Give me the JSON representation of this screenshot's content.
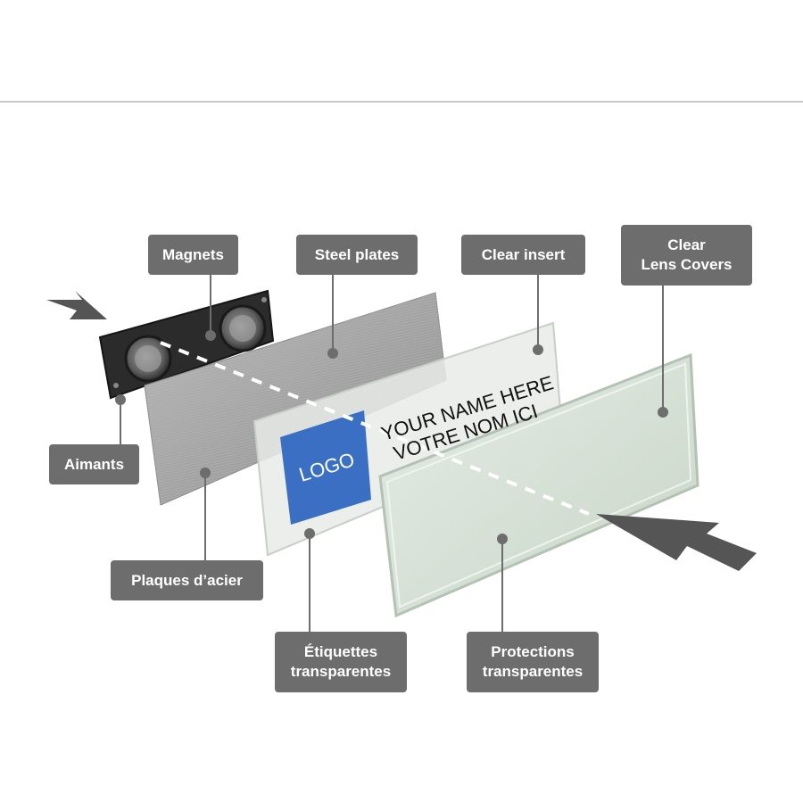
{
  "labels": {
    "magnets": "Magnets",
    "steel_plates": "Steel plates",
    "clear_insert": "Clear insert",
    "clear_lens_covers": [
      "Clear",
      "Lens Covers"
    ],
    "aimants": "Aimants",
    "plaques_acier": "Plaques d’acier",
    "etiquettes": [
      "Étiquettes",
      "transparentes"
    ],
    "protections": [
      "Protections",
      "transparentes"
    ]
  },
  "insert_text": {
    "logo": "LOGO",
    "your_name": "YOUR NAME HERE",
    "votre_nom": "VOTRE NOM ICI"
  },
  "colors": {
    "label_bg": "#6d6d6d",
    "logo_blue": "#3a6fc4",
    "arrow": "#555555"
  }
}
